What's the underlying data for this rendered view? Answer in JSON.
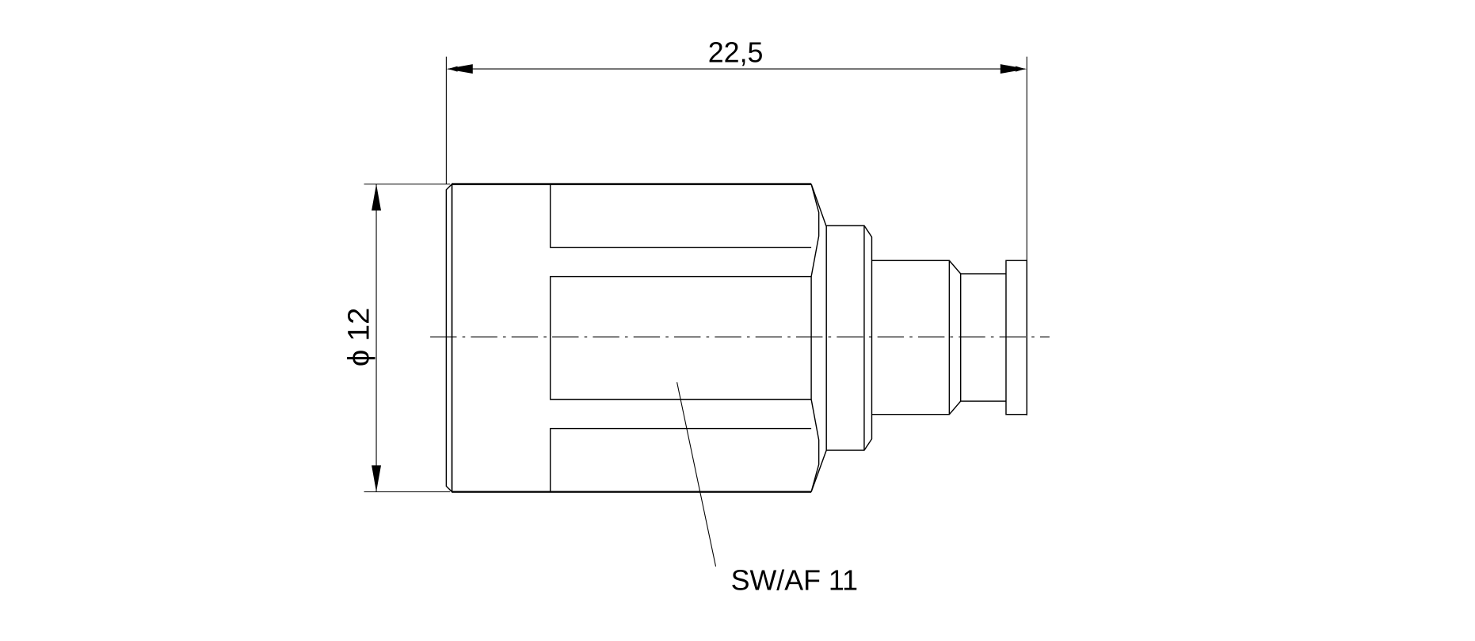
{
  "dimensions": {
    "length": "22,5",
    "diameter": "ϕ 12"
  },
  "callout": {
    "wrench_size": "SW/AF 11"
  },
  "colors": {
    "line": "#000000",
    "background": "#ffffff"
  }
}
